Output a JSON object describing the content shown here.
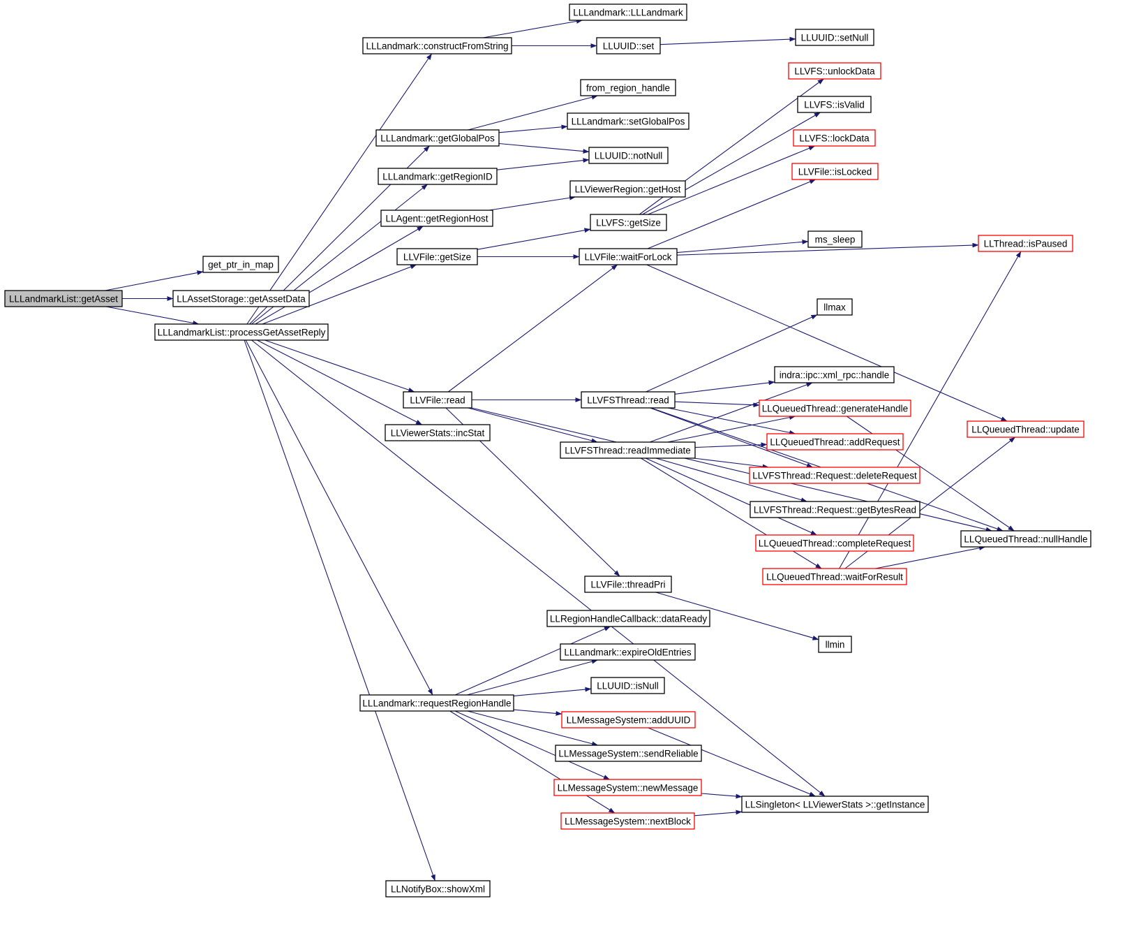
{
  "nodes": [
    {
      "id": "getAsset",
      "label": "LLLandmarkList::getAsset",
      "style": "root"
    },
    {
      "id": "get_ptr_in_map",
      "label": "get_ptr_in_map",
      "style": "normal"
    },
    {
      "id": "getAssetData",
      "label": "LLAssetStorage::getAssetData",
      "style": "normal"
    },
    {
      "id": "processGetAssetReply",
      "label": "LLLandmarkList::processGetAssetReply",
      "style": "normal"
    },
    {
      "id": "constructFromString",
      "label": "LLLandmark::constructFromString",
      "style": "normal"
    },
    {
      "id": "LLLandmark",
      "label": "LLLandmark::LLLandmark",
      "style": "normal"
    },
    {
      "id": "uuidSet",
      "label": "LLUUID::set",
      "style": "normal"
    },
    {
      "id": "setNull",
      "label": "LLUUID::setNull",
      "style": "normal"
    },
    {
      "id": "getGlobalPos",
      "label": "LLLandmark::getGlobalPos",
      "style": "normal"
    },
    {
      "id": "from_region_handle",
      "label": "from_region_handle",
      "style": "normal"
    },
    {
      "id": "setGlobalPos",
      "label": "LLLandmark::setGlobalPos",
      "style": "normal"
    },
    {
      "id": "notNull",
      "label": "LLUUID::notNull",
      "style": "normal"
    },
    {
      "id": "getRegionID",
      "label": "LLLandmark::getRegionID",
      "style": "normal"
    },
    {
      "id": "getRegionHost",
      "label": "LLAgent::getRegionHost",
      "style": "normal"
    },
    {
      "id": "getHost",
      "label": "LLViewerRegion::getHost",
      "style": "normal"
    },
    {
      "id": "vfileGetSize",
      "label": "LLVFile::getSize",
      "style": "normal"
    },
    {
      "id": "vfsGetSize",
      "label": "LLVFS::getSize",
      "style": "normal"
    },
    {
      "id": "waitForLock",
      "label": "LLVFile::waitForLock",
      "style": "normal"
    },
    {
      "id": "unlockData",
      "label": "LLVFS::unlockData",
      "style": "trunc"
    },
    {
      "id": "isValid",
      "label": "LLVFS::isValid",
      "style": "normal"
    },
    {
      "id": "lockData",
      "label": "LLVFS::lockData",
      "style": "trunc"
    },
    {
      "id": "isLocked",
      "label": "LLVFile::isLocked",
      "style": "trunc"
    },
    {
      "id": "ms_sleep",
      "label": "ms_sleep",
      "style": "normal"
    },
    {
      "id": "isPaused",
      "label": "LLThread::isPaused",
      "style": "trunc"
    },
    {
      "id": "vfileRead",
      "label": "LLVFile::read",
      "style": "normal"
    },
    {
      "id": "incStat",
      "label": "LLViewerStats::incStat",
      "style": "normal"
    },
    {
      "id": "vfsThreadRead",
      "label": "LLVFSThread::read",
      "style": "normal"
    },
    {
      "id": "readImmediate",
      "label": "LLVFSThread::readImmediate",
      "style": "normal"
    },
    {
      "id": "llmax",
      "label": "llmax",
      "style": "normal"
    },
    {
      "id": "xmlHandle",
      "label": "indra::ipc::xml_rpc::handle",
      "style": "normal"
    },
    {
      "id": "generateHandle",
      "label": "LLQueuedThread::generateHandle",
      "style": "trunc"
    },
    {
      "id": "addRequest",
      "label": "LLQueuedThread::addRequest",
      "style": "trunc"
    },
    {
      "id": "deleteRequest",
      "label": "LLVFSThread::Request::deleteRequest",
      "style": "trunc"
    },
    {
      "id": "getBytesRead",
      "label": "LLVFSThread::Request::getBytesRead",
      "style": "normal"
    },
    {
      "id": "completeRequest",
      "label": "LLQueuedThread::completeRequest",
      "style": "trunc"
    },
    {
      "id": "waitForResult",
      "label": "LLQueuedThread::waitForResult",
      "style": "trunc"
    },
    {
      "id": "qtUpdate",
      "label": "LLQueuedThread::update",
      "style": "trunc"
    },
    {
      "id": "nullHandle",
      "label": "LLQueuedThread::nullHandle",
      "style": "normal"
    },
    {
      "id": "threadPri",
      "label": "LLVFile::threadPri",
      "style": "normal"
    },
    {
      "id": "llmin",
      "label": "llmin",
      "style": "normal"
    },
    {
      "id": "dataReady",
      "label": "LLRegionHandleCallback::dataReady",
      "style": "normal"
    },
    {
      "id": "expireOldEntries",
      "label": "LLLandmark::expireOldEntries",
      "style": "normal"
    },
    {
      "id": "isNull",
      "label": "LLUUID::isNull",
      "style": "normal"
    },
    {
      "id": "requestRegionHandle",
      "label": "LLLandmark::requestRegionHandle",
      "style": "normal"
    },
    {
      "id": "addUUID",
      "label": "LLMessageSystem::addUUID",
      "style": "trunc"
    },
    {
      "id": "sendReliable",
      "label": "LLMessageSystem::sendReliable",
      "style": "normal"
    },
    {
      "id": "newMessage",
      "label": "LLMessageSystem::newMessage",
      "style": "trunc"
    },
    {
      "id": "nextBlock",
      "label": "LLMessageSystem::nextBlock",
      "style": "trunc"
    },
    {
      "id": "getInstance",
      "label": "LLSingleton< LLViewerStats >::getInstance",
      "style": "normal"
    },
    {
      "id": "showXml",
      "label": "LLNotifyBox::showXml",
      "style": "normal"
    }
  ],
  "edges": [
    [
      "getAsset",
      "get_ptr_in_map"
    ],
    [
      "getAsset",
      "getAssetData"
    ],
    [
      "getAsset",
      "processGetAssetReply"
    ],
    [
      "processGetAssetReply",
      "constructFromString"
    ],
    [
      "processGetAssetReply",
      "getGlobalPos"
    ],
    [
      "processGetAssetReply",
      "getRegionID"
    ],
    [
      "processGetAssetReply",
      "getRegionHost"
    ],
    [
      "processGetAssetReply",
      "vfileGetSize"
    ],
    [
      "processGetAssetReply",
      "vfileRead"
    ],
    [
      "processGetAssetReply",
      "incStat"
    ],
    [
      "processGetAssetReply",
      "requestRegionHandle"
    ],
    [
      "processGetAssetReply",
      "getInstance"
    ],
    [
      "processGetAssetReply",
      "showXml"
    ],
    [
      "constructFromString",
      "LLLandmark"
    ],
    [
      "constructFromString",
      "uuidSet"
    ],
    [
      "uuidSet",
      "setNull"
    ],
    [
      "getGlobalPos",
      "from_region_handle"
    ],
    [
      "getGlobalPos",
      "setGlobalPos"
    ],
    [
      "getGlobalPos",
      "notNull"
    ],
    [
      "getRegionID",
      "notNull"
    ],
    [
      "getRegionHost",
      "getHost"
    ],
    [
      "vfileGetSize",
      "vfsGetSize"
    ],
    [
      "vfileGetSize",
      "waitForLock"
    ],
    [
      "vfsGetSize",
      "unlockData"
    ],
    [
      "vfsGetSize",
      "isValid"
    ],
    [
      "vfsGetSize",
      "lockData"
    ],
    [
      "waitForLock",
      "isLocked"
    ],
    [
      "waitForLock",
      "ms_sleep"
    ],
    [
      "waitForLock",
      "isPaused"
    ],
    [
      "waitForLock",
      "qtUpdate"
    ],
    [
      "vfileRead",
      "waitForLock"
    ],
    [
      "vfileRead",
      "vfsThreadRead"
    ],
    [
      "vfileRead",
      "readImmediate"
    ],
    [
      "vfileRead",
      "threadPri"
    ],
    [
      "vfileRead",
      "nullHandle"
    ],
    [
      "vfsThreadRead",
      "llmax"
    ],
    [
      "vfsThreadRead",
      "xmlHandle"
    ],
    [
      "vfsThreadRead",
      "generateHandle"
    ],
    [
      "vfsThreadRead",
      "addRequest"
    ],
    [
      "vfsThreadRead",
      "deleteRequest"
    ],
    [
      "vfsThreadRead",
      "nullHandle"
    ],
    [
      "readImmediate",
      "xmlHandle"
    ],
    [
      "readImmediate",
      "generateHandle"
    ],
    [
      "readImmediate",
      "addRequest"
    ],
    [
      "readImmediate",
      "deleteRequest"
    ],
    [
      "readImmediate",
      "getBytesRead"
    ],
    [
      "readImmediate",
      "completeRequest"
    ],
    [
      "readImmediate",
      "waitForResult"
    ],
    [
      "generateHandle",
      "nullHandle"
    ],
    [
      "waitForResult",
      "isPaused"
    ],
    [
      "waitForResult",
      "qtUpdate"
    ],
    [
      "waitForResult",
      "nullHandle"
    ],
    [
      "threadPri",
      "llmin"
    ],
    [
      "requestRegionHandle",
      "dataReady"
    ],
    [
      "requestRegionHandle",
      "expireOldEntries"
    ],
    [
      "requestRegionHandle",
      "isNull"
    ],
    [
      "requestRegionHandle",
      "addUUID"
    ],
    [
      "requestRegionHandle",
      "sendReliable"
    ],
    [
      "requestRegionHandle",
      "newMessage"
    ],
    [
      "requestRegionHandle",
      "nextBlock"
    ],
    [
      "addUUID",
      "getInstance"
    ],
    [
      "newMessage",
      "getInstance"
    ],
    [
      "nextBlock",
      "getInstance"
    ]
  ],
  "colors": {
    "edge": "#191970",
    "box_border": "#000000",
    "truncated_border": "#ff0000",
    "root_fill": "#bfbfbf",
    "box_fill": "#ffffff"
  }
}
